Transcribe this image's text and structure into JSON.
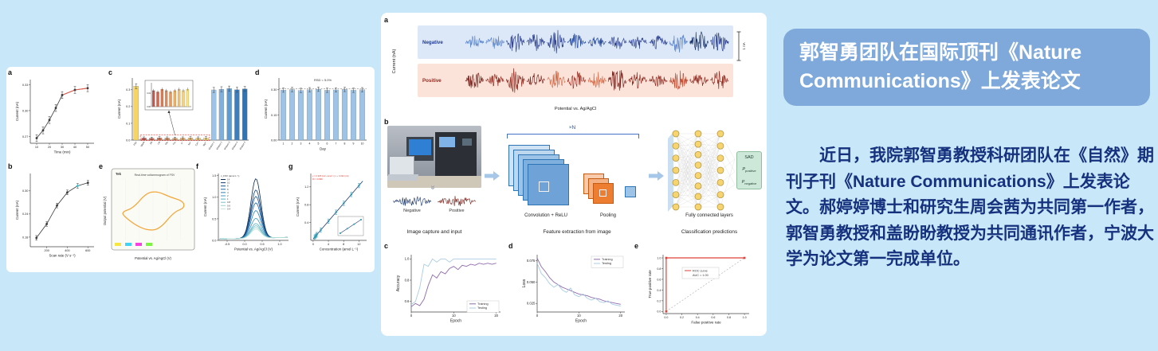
{
  "page": {
    "bg": "#c8e7f8"
  },
  "right_panel": {
    "title": "郭智勇团队在国际顶刊《Nature Communications》上发表论文",
    "body": "近日，我院郭智勇教授科研团队在《自然》期刊子刊《Nature Communications》上发表论文。郝婷婷博士和研究生周会茜为共同第一作者，郭智勇教授和盖盼盼教授为共同通讯作者，宁波大学为论文第一完成单位。",
    "title_bg": "#7ea9da",
    "text_color": "#16317d"
  },
  "fig1": {
    "letters": [
      "a",
      "b",
      "c",
      "d",
      "e",
      "f",
      "g"
    ]
  },
  "fig2": {
    "letters": [
      "a",
      "b",
      "c",
      "d",
      "e"
    ]
  },
  "workflow": {
    "capture": "Image capture and input",
    "feature": "Feature extraction from image",
    "conv": "Convolution + ReLU",
    "pool": "Pooling",
    "xn": "×N",
    "fc": "Fully connected layers",
    "classify": "Classification predictions",
    "chips": [
      "Negative",
      "Positive"
    ],
    "outputs": [
      {
        "main": "SAD",
        "sub": ""
      },
      {
        "main": "P",
        "sub": "positive"
      },
      {
        "main": "P",
        "sub": "negative"
      }
    ]
  },
  "chart_data": [
    {
      "id": "f1a",
      "type": "line",
      "xlabel": "Time (min)",
      "ylabel": "Current (nA)",
      "xrange": [
        5,
        55
      ],
      "yrange": [
        0.262,
        0.336
      ],
      "xticks": [
        10,
        20,
        30,
        40,
        50
      ],
      "yticks": [
        0.27,
        0.3,
        0.33
      ],
      "ytick_labels": [
        "0.27",
        "0.30",
        "0.33"
      ],
      "x": [
        10,
        15,
        20,
        25,
        30,
        40,
        50
      ],
      "y": [
        0.268,
        0.277,
        0.289,
        0.303,
        0.318,
        0.324,
        0.326
      ],
      "err": 0.004,
      "color": "#3a3a3a",
      "highlight_from": 30,
      "highlight_color": "#e05a4e"
    },
    {
      "id": "f1b",
      "type": "line",
      "xlabel": "Scan rate (V s⁻¹)",
      "ylabel": "Current (nA)",
      "xrange": [
        40,
        660
      ],
      "yrange": [
        0.155,
        0.345
      ],
      "xticks": [
        200,
        400,
        600
      ],
      "yticks": [
        0.18,
        0.24,
        0.3
      ],
      "ytick_labels": [
        "0.18",
        "0.24",
        "0.30"
      ],
      "x": [
        100,
        200,
        300,
        400,
        500,
        600
      ],
      "y": [
        0.178,
        0.214,
        0.262,
        0.296,
        0.313,
        0.321
      ],
      "err": 0.006,
      "color": "#3a3a3a",
      "highlight_point": 4,
      "highlight_point_color": "#35c4d7"
    },
    {
      "id": "f1c",
      "type": "bar",
      "ylabel": "Current (nA)",
      "yrange": [
        0,
        0.37
      ],
      "yticks": [
        0.0,
        0.1,
        0.2,
        0.3
      ],
      "ytick_labels": [
        "0.0",
        "0.1",
        "0.2",
        "0.3"
      ],
      "categories": [
        "FSV",
        "Blank",
        "AA",
        "UA",
        "Glu",
        "Fru",
        "K⁺",
        "Na⁺",
        "Ca²⁺",
        "Mg²⁺",
        "Mixture 1",
        "Mixture 2",
        "Mixture 3",
        "Mixture 4",
        "Mixture 5"
      ],
      "values": [
        0.321,
        0.012,
        0.011,
        0.013,
        0.012,
        0.011,
        0.012,
        0.013,
        0.012,
        0.013,
        0.299,
        0.303,
        0.307,
        0.3,
        0.305
      ],
      "colors": [
        "#f6d565",
        "#c9544a",
        "#d2664e",
        "#da7852",
        "#e18a57",
        "#e89c5c",
        "#eeae62",
        "#f3c06a",
        "#f7d173",
        "#fae07e",
        "#9dc3e6",
        "#7fb0dd",
        "#5b9bd5",
        "#3c7fc0",
        "#2e75b6"
      ],
      "err": 0.015,
      "dashed_box": {
        "from": 1,
        "to": 9,
        "color": "#e03a2f"
      },
      "inset": {
        "ytick_labels": [
          "0.00",
          "0.01"
        ],
        "values": [
          0.012,
          0.011,
          0.013,
          0.012,
          0.011,
          0.012,
          0.013,
          0.012,
          0.013
        ]
      }
    },
    {
      "id": "f1d",
      "type": "bar",
      "xlabel": "Day",
      "ylabel": "Current (nA)",
      "yrange": [
        0,
        0.37
      ],
      "yticks": [
        0.0,
        0.15,
        0.3
      ],
      "ytick_labels": [
        "0.00",
        "0.15",
        "0.30"
      ],
      "categories": [
        "1",
        "2",
        "3",
        "4",
        "5",
        "6",
        "7",
        "8",
        "9",
        "10"
      ],
      "values": [
        0.298,
        0.301,
        0.296,
        0.3,
        0.303,
        0.297,
        0.299,
        0.302,
        0.297,
        0.3
      ],
      "color": "#9dc3e6",
      "err": 0.013,
      "dash_y": 0.305,
      "annotation": "RSD = 5.0%"
    },
    {
      "id": "f1e",
      "type": "cv",
      "title": "Real-time voltammogram of FSV",
      "xlabel": "Potential vs. Ag/AgCl (V)",
      "ylabel": "Output potential (V)",
      "scope_label": "Tek",
      "curve_color": "#f2a83b",
      "channel_colors": [
        "#f5e642",
        "#42d4f5",
        "#f542e0",
        "#7af542"
      ]
    },
    {
      "id": "f1f",
      "type": "peaks",
      "xlabel": "Potential vs. Ag/AgCl (V)",
      "ylabel": "Current (nA)",
      "xrange": [
        -0.75,
        1.25
      ],
      "yrange": [
        0,
        1.55
      ],
      "xticks": [
        -0.5,
        0.0,
        0.5,
        1.0
      ],
      "xtick_labels": [
        "-0.5",
        "0.0",
        "0.5",
        "1.0"
      ],
      "yticks": [
        0.0,
        0.5,
        1.0,
        1.5
      ],
      "ytick_labels": [
        "0.0",
        "0.5",
        "1.0",
        "1.5"
      ],
      "legend_title": "c_FSV (amol L⁻¹)",
      "concentrations": [
        "14",
        "10",
        "8",
        "6",
        "4",
        "2",
        "1",
        "0.8",
        "0.6",
        "0.4"
      ],
      "heights": [
        1.38,
        1.12,
        0.97,
        0.82,
        0.64,
        0.46,
        0.34,
        0.29,
        0.25,
        0.21
      ],
      "colors": [
        "#0c2a52",
        "#123e74",
        "#175290",
        "#1d66a8",
        "#2f7fb5",
        "#4198c0",
        "#58aec6",
        "#77c2ca",
        "#9bd3cf",
        "#c2e3d8"
      ],
      "center": 0.32,
      "width": 0.2
    },
    {
      "id": "f1g",
      "type": "scatterfit",
      "xlabel": "Concentration (amol L⁻¹)",
      "ylabel": "Current (nA)",
      "xrange": [
        -0.6,
        14
      ],
      "yrange": [
        0,
        1.5
      ],
      "xticks": [
        0,
        4,
        8,
        12
      ],
      "xtick_labels": [
        "0",
        "4",
        "8",
        "12"
      ],
      "yticks": [
        0.4,
        0.8,
        1.2
      ],
      "ytick_labels": [
        "0.4",
        "0.8",
        "1.2"
      ],
      "x": [
        0.4,
        0.6,
        0.8,
        1,
        2,
        4,
        6,
        8,
        10,
        12
      ],
      "y": [
        0.07,
        0.09,
        0.11,
        0.13,
        0.23,
        0.43,
        0.63,
        0.83,
        1.03,
        1.23
      ],
      "err": 0.05,
      "point_color": "#2e9bb5",
      "line_color": "#1f3b73",
      "equation": "y = 0.325 (nA L amol⁻¹) x + 0.032 (nA)",
      "r2": "R² = 0.998",
      "eq_color": "#e03a2f"
    },
    {
      "id": "f2a",
      "type": "signals",
      "xlabel": "Potential vs. Ag/AgCl",
      "ylabel": "Current (nA)",
      "scale_label": "1 nA",
      "blobs": 13,
      "rows": [
        {
          "label": "Negative",
          "band": "#dce8f7",
          "label_color": "#1f3b8f",
          "colors": [
            "#15306b",
            "#24499c",
            "#3a66b8",
            "#5d86cc",
            "#2b3f91"
          ]
        },
        {
          "label": "Positive",
          "band": "#fbe3da",
          "label_color": "#8f2a1f",
          "colors": [
            "#7a221c",
            "#a03327",
            "#bf4e35",
            "#d4704f",
            "#8f2a1f"
          ]
        }
      ]
    },
    {
      "id": "f2c",
      "type": "multiline",
      "xlabel": "Epoch",
      "ylabel": "Accuracy",
      "xrange": [
        0,
        21
      ],
      "yrange": [
        0.5,
        1.04
      ],
      "xticks": [
        0,
        10,
        20
      ],
      "xtick_labels": [
        "0",
        "10",
        "20"
      ],
      "yticks": [
        0.6,
        0.8,
        1.0
      ],
      "ytick_labels": [
        "0.6",
        "0.8",
        "1.0"
      ],
      "legend_pos": "br",
      "series": [
        {
          "name": "Training",
          "color": "#8f6bae",
          "y": [
            0.55,
            0.58,
            0.56,
            0.62,
            0.75,
            0.85,
            0.82,
            0.88,
            0.86,
            0.91,
            0.93,
            0.9,
            0.94,
            0.93,
            0.95,
            0.94,
            0.96,
            0.95,
            0.96,
            0.95,
            0.96
          ]
        },
        {
          "name": "Testing",
          "color": "#a9cce3",
          "y": [
            0.57,
            0.6,
            0.73,
            0.95,
            0.93,
            1.0,
            0.97,
            1.0,
            1.0,
            0.97,
            1.0,
            1.0,
            1.0,
            1.0,
            1.0,
            1.0,
            1.0,
            1.0,
            1.0,
            1.0,
            1.0
          ]
        }
      ]
    },
    {
      "id": "f2d",
      "type": "multiline",
      "xlabel": "Epoch",
      "ylabel": "Loss",
      "xrange": [
        0,
        21
      ],
      "yrange": [
        0.015,
        0.082
      ],
      "xticks": [
        0,
        10,
        20
      ],
      "xtick_labels": [
        "0",
        "10",
        "20"
      ],
      "yticks": [
        0.025,
        0.05,
        0.075
      ],
      "ytick_labels": [
        "0.025",
        "0.050",
        "0.075"
      ],
      "legend_pos": "tr",
      "series": [
        {
          "name": "Training",
          "color": "#8f6bae",
          "y": [
            0.078,
            0.068,
            0.062,
            0.055,
            0.05,
            0.047,
            0.044,
            0.042,
            0.04,
            0.038,
            0.036,
            0.035,
            0.034,
            0.032,
            0.031,
            0.03,
            0.028,
            0.027,
            0.026,
            0.025,
            0.024
          ]
        },
        {
          "name": "Testing",
          "color": "#a9cce3",
          "y": [
            0.072,
            0.06,
            0.055,
            0.048,
            0.044,
            0.047,
            0.041,
            0.038,
            0.043,
            0.035,
            0.033,
            0.036,
            0.031,
            0.029,
            0.031,
            0.027,
            0.026,
            0.028,
            0.024,
            0.023,
            0.022
          ]
        }
      ]
    },
    {
      "id": "f2e",
      "type": "roc",
      "xlabel": "False positive rate",
      "ylabel": "True positive rate",
      "xrange": [
        -0.04,
        1.06
      ],
      "yrange": [
        -0.04,
        1.06
      ],
      "xticks": [
        0,
        0.2,
        0.4,
        0.6,
        0.8,
        1.0
      ],
      "xtick_labels": [
        "0.0",
        "0.2",
        "0.4",
        "0.6",
        "0.8",
        "1.0"
      ],
      "yticks": [
        0,
        0.2,
        0.4,
        0.6,
        0.8,
        1.0
      ],
      "ytick_labels": [
        "0.0",
        "0.2",
        "0.4",
        "0.6",
        "0.8",
        "1.0"
      ],
      "legend": [
        "ROC curve",
        "AUC = 1.00"
      ],
      "color": "#e04038"
    }
  ]
}
